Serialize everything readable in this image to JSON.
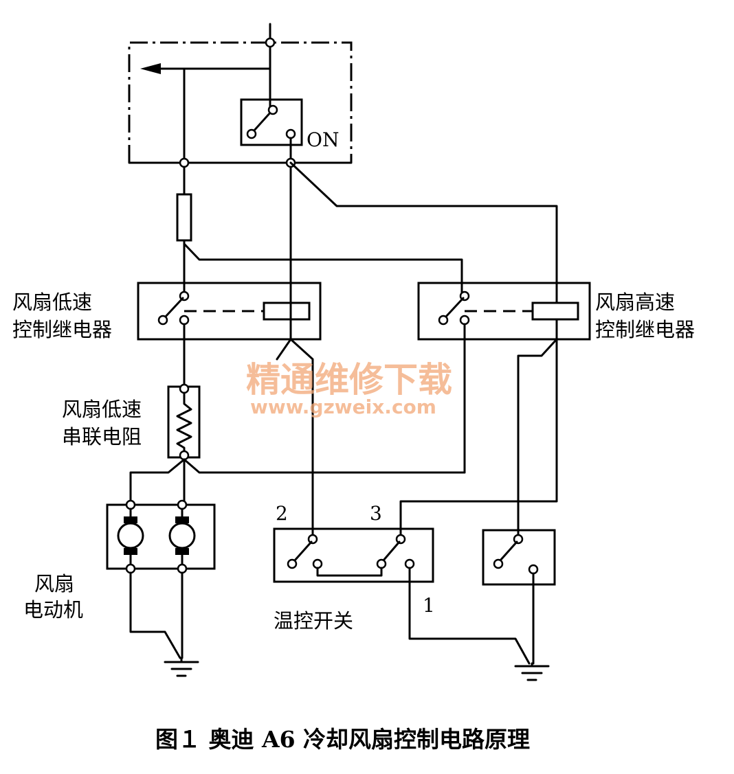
{
  "labels": {
    "on": "ON",
    "low_relay_1": "风扇低速",
    "low_relay_2": "控制继电器",
    "high_relay_1": "风扇高速",
    "high_relay_2": "控制继电器",
    "resistor_1": "风扇低速",
    "resistor_2": "串联电阻",
    "motor_1": "风扇",
    "motor_2": "电动机",
    "thermo_switch": "温控开关",
    "terminal_2": "2",
    "terminal_3": "3",
    "terminal_1": "1"
  },
  "watermark": {
    "cn": "精通维修下载",
    "url": "www.gzweix.com"
  },
  "caption": "图１ 奥迪 A6 冷却风扇控制电路原理"
}
